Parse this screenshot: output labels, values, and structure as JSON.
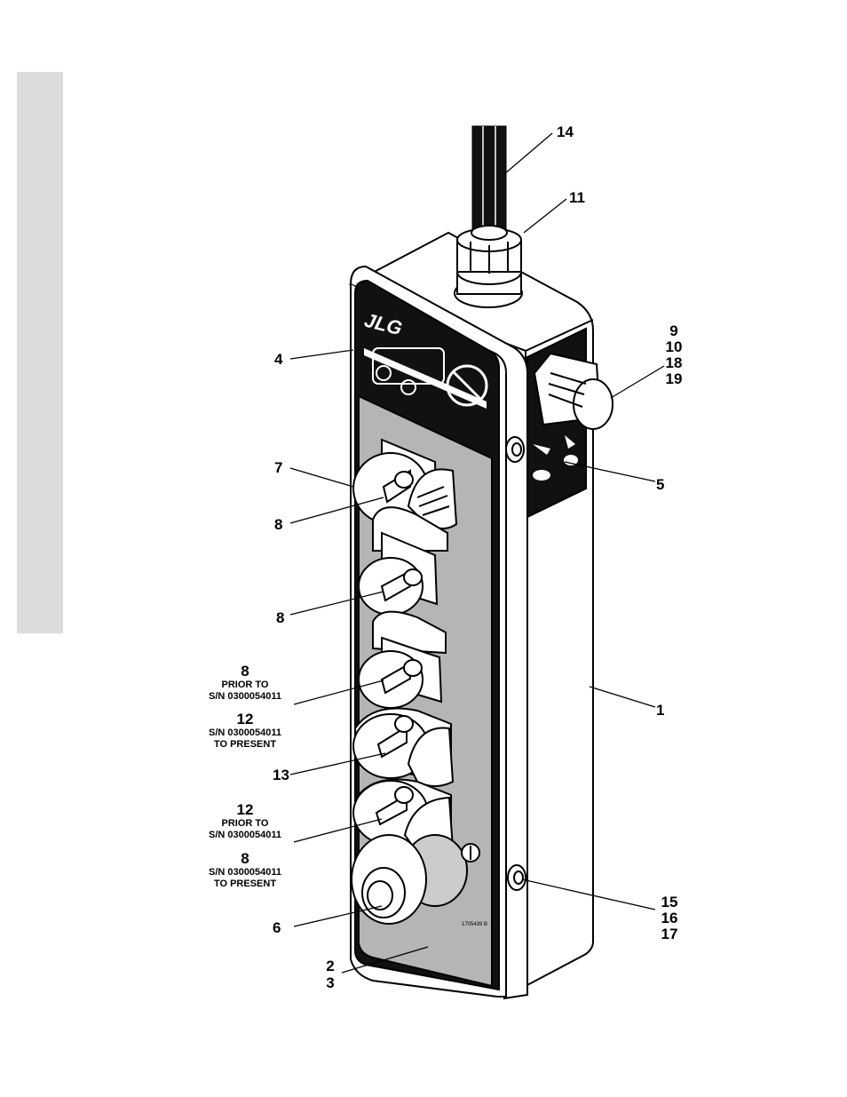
{
  "logo": "JLG",
  "part_number": "1705439 B",
  "callouts": {
    "c14": "14",
    "c11": "11",
    "c9": "9",
    "c10": "10",
    "c18": "18",
    "c19": "19",
    "c4": "4",
    "c7": "7",
    "c8a": "8",
    "c5": "5",
    "c8b": "8",
    "c1": "1",
    "c13": "13",
    "c15": "15",
    "c16": "16",
    "c17": "17",
    "c6": "6",
    "c2": "2",
    "c3": "3"
  },
  "notes": {
    "n1_num": "8",
    "n1_l1": "PRIOR TO",
    "n1_l2": "S/N 0300054011",
    "n2_num": "12",
    "n2_l1": "S/N 0300054011",
    "n2_l2": "TO PRESENT",
    "n3_num": "12",
    "n3_l1": "PRIOR TO",
    "n3_l2": "S/N 0300054011",
    "n4_num": "8",
    "n4_l1": "S/N 0300054011",
    "n4_l2": "TO PRESENT"
  }
}
